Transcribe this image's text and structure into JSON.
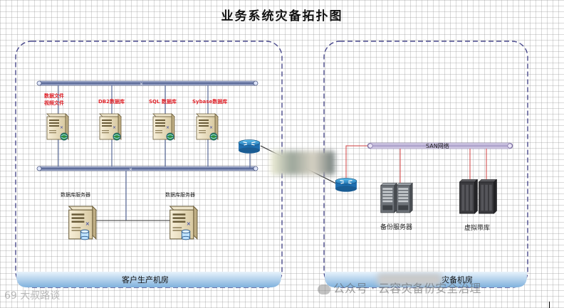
{
  "title": "业务系统灾备拓扑图",
  "production_room": {
    "label": "客户生产机房",
    "servers": [
      {
        "label_line1": "数据文件",
        "label_line2": "视频文件"
      },
      {
        "label_line1": "DB2数据库",
        "label_line2": ""
      },
      {
        "label_line1": "SQL 数据库",
        "label_line2": ""
      },
      {
        "label_line1": "Sybase数据库",
        "label_line2": ""
      }
    ],
    "db_servers": [
      {
        "label": "数据库服务器"
      },
      {
        "label": "数据库服务器"
      }
    ]
  },
  "dr_room": {
    "label": "灾备机房",
    "san_label": "SAN网络",
    "backup_server_label": "备份服务器",
    "vtl_label": "虚拟带库"
  },
  "watermark": {
    "wechat": "公众号 · 云容灾备份安全治理",
    "left": "69 大叔路谈"
  },
  "colors": {
    "dashed_border": "#4a4a8c",
    "room_footer": "#9fc5e8",
    "red_label": "#e0242b",
    "cable": "#d04040",
    "bus": "#5a6a9a"
  }
}
